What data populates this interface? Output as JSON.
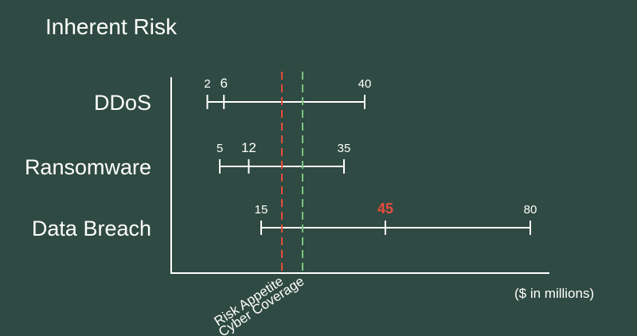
{
  "chart_data": {
    "type": "range",
    "title": "Inherent Risk",
    "unit_label": "($ in millions)",
    "xlim": [
      0,
      100
    ],
    "categories": [
      "DDoS",
      "Ransomware",
      "Data Breach"
    ],
    "ranges": [
      {
        "category": "DDoS",
        "low": 2,
        "mid": 6,
        "high": 40,
        "low_label": "2",
        "mid_label": "6",
        "high_label": "40"
      },
      {
        "category": "Ransomware",
        "low": 5,
        "mid": 12,
        "high": 35,
        "low_label": "5",
        "mid_label": "12",
        "high_label": "35"
      },
      {
        "category": "Data Breach",
        "low": 15,
        "mid": 45,
        "high": 80,
        "low_label": "15",
        "mid_label": "45",
        "high_label": "80",
        "mid_highlight": true
      }
    ],
    "thresholds": [
      {
        "name": "Risk Appetite",
        "value": 20,
        "color": "#e74c3c"
      },
      {
        "name": "Cyber Coverage",
        "value": 25,
        "color": "#7cc47f"
      }
    ],
    "highlight_color": "#e74c3c",
    "line_color": "#ffffff",
    "grid": false
  }
}
